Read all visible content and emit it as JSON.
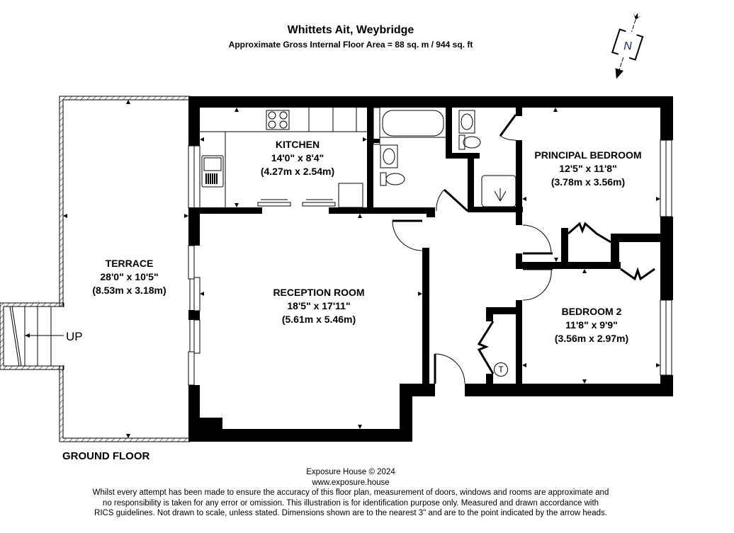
{
  "header": {
    "title": "Whittets Ait, Weybridge",
    "subtitle": "Approximate Gross Internal Floor Area = 88 sq. m / 944 sq. ft"
  },
  "compass": {
    "icon": "north-arrow-icon",
    "label": "N"
  },
  "rooms": [
    {
      "id": "kitchen",
      "name": "KITCHEN",
      "imperial": "14'0\" x 8'4\"",
      "metric": "(4.27m x 2.54m)"
    },
    {
      "id": "principal-bedroom",
      "name": "PRINCIPAL BEDROOM",
      "imperial": "12'5\" x 11'8\"",
      "metric": "(3.78m x 3.56m)"
    },
    {
      "id": "terrace",
      "name": "TERRACE",
      "imperial": "28'0\" x 10'5\"",
      "metric": "(8.53m x 3.18m)"
    },
    {
      "id": "reception-room",
      "name": "RECEPTION ROOM",
      "imperial": "18'5\" x 17'11\"",
      "metric": "(5.61m x 5.46m)"
    },
    {
      "id": "bedroom-2",
      "name": "BEDROOM 2",
      "imperial": "11'8\" x 9'9\"",
      "metric": "(3.56m x 2.97m)"
    }
  ],
  "annotations": {
    "stairs": "UP",
    "tank": "T",
    "floor": "GROUND FLOOR"
  },
  "footer": {
    "copyright": "Exposure House © 2024",
    "website": "www.exposure.house",
    "disclaimer_lines": [
      "Whilst every attempt has been made to ensure the accuracy of this floor plan, measurement of doors, windows and rooms are approximate and",
      "no responsibility is taken for any error or omission. This illustration is for identification purpose only. Measured and drawn accordance with",
      "RICS guidelines. Not drawn to scale, unless stated. Dimensions shown are to the nearest 3\" and are to the point indicated by the arrow heads."
    ]
  },
  "colors": {
    "wall": "#000000",
    "background": "#ffffff",
    "text": "#000000"
  }
}
